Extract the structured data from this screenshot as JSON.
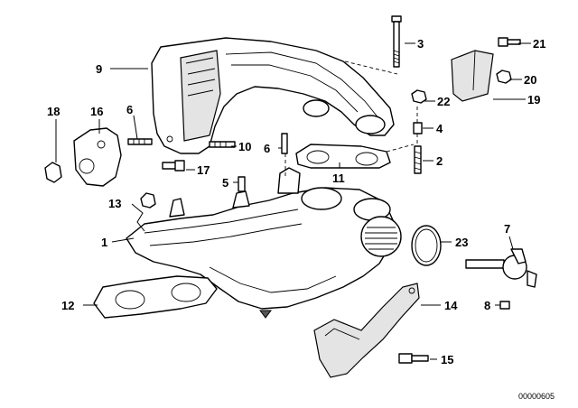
{
  "callouts": {
    "c1": "1",
    "c2": "2",
    "c3": "3",
    "c4": "4",
    "c5": "5",
    "c6a": "6",
    "c6b": "6",
    "c7": "7",
    "c8": "8",
    "c9": "9",
    "c10": "10",
    "c11": "11",
    "c12": "12",
    "c13": "13",
    "c14": "14",
    "c15": "15",
    "c16": "16",
    "c17": "17",
    "c18": "18",
    "c19": "19",
    "c20": "20",
    "c21": "21",
    "c22": "22",
    "c23": "23"
  },
  "document_number": "00000605"
}
